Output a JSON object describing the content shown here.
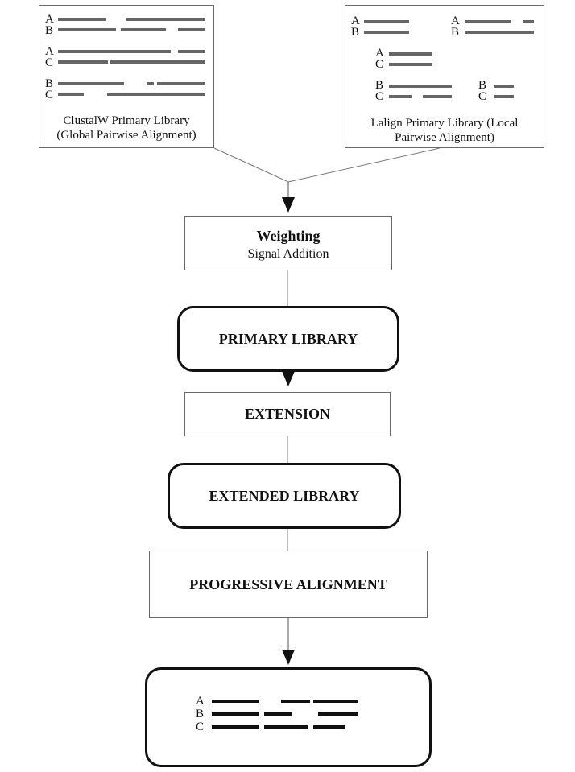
{
  "clustalw": {
    "caption_line1": "ClustalW Primary Library",
    "caption_line2": "(Global Pairwise Alignment)",
    "pairs": [
      [
        "A",
        "B"
      ],
      [
        "A",
        "C"
      ],
      [
        "B",
        "C"
      ]
    ]
  },
  "lalign": {
    "caption_line1": "Lalign Primary Library (Local",
    "caption_line2": "Pairwise Alignment)",
    "pairs": [
      [
        "A",
        "B"
      ],
      [
        "A",
        "B"
      ],
      [
        "A",
        "C"
      ],
      [
        "B",
        "C"
      ],
      [
        "B",
        "C"
      ]
    ]
  },
  "weighting": {
    "title": "Weighting",
    "subtitle": "Signal Addition"
  },
  "primary_library": {
    "label": "PRIMARY LIBRARY"
  },
  "extension": {
    "label": "EXTENSION"
  },
  "extended_library": {
    "label": "EXTENDED LIBRARY"
  },
  "progressive_alignment": {
    "label": "PROGRESSIVE ALIGNMENT"
  },
  "final_alignment": {
    "rows": [
      "A",
      "B",
      "C"
    ]
  }
}
